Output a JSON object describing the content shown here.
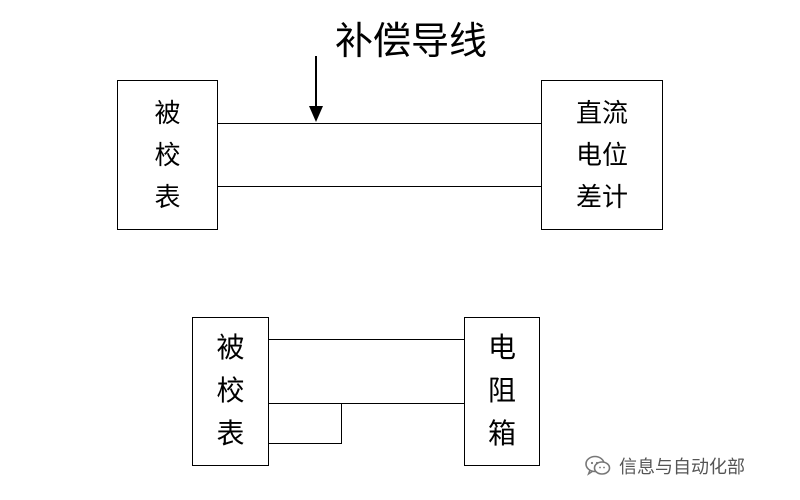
{
  "top_diagram": {
    "label": "补偿导线",
    "left_box": [
      "被",
      "校",
      "表"
    ],
    "right_box": [
      "直流",
      "电位",
      "差计"
    ]
  },
  "bottom_diagram": {
    "left_box": [
      "被",
      "校",
      "表"
    ],
    "right_box": [
      "电",
      "阻",
      "箱"
    ]
  },
  "watermark": {
    "text": "信息与自动化部"
  }
}
